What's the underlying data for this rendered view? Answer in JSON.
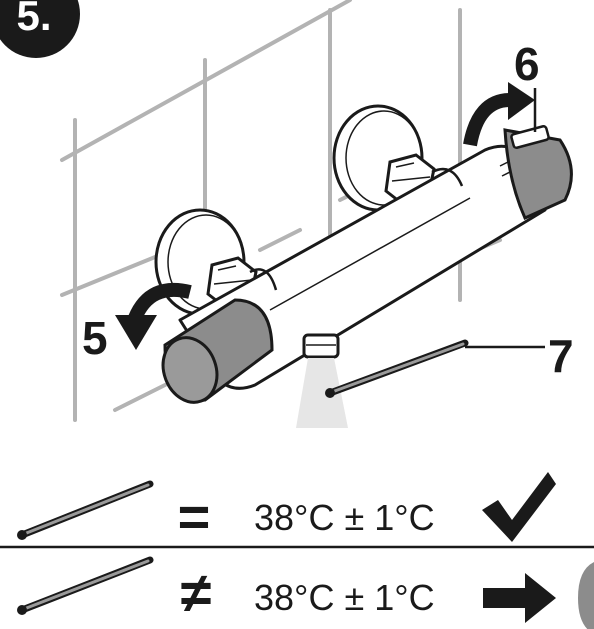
{
  "step": {
    "number": "5."
  },
  "callouts": {
    "knob_left": "5",
    "knob_right": "6",
    "thermometer": "7"
  },
  "rows": [
    {
      "relation": "=",
      "temperature": "38°C ± 1°C",
      "result_icon": "checkmark-icon"
    },
    {
      "relation": "≠",
      "temperature": "38°C ± 1°C",
      "result_icon": "arrow-right-icon"
    }
  ],
  "colors": {
    "ink": "#1a1a1a",
    "knob_grey": "#8c8c8c",
    "tile_line": "#b3b3b3"
  }
}
